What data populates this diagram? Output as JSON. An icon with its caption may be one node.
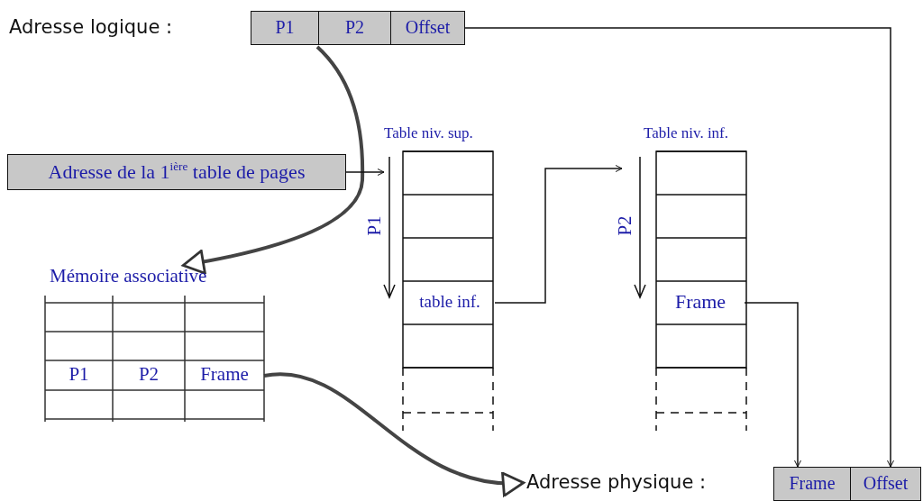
{
  "diagram": {
    "nodes": [
      {
        "text": [
          "Adresse logique :"
        ]
      },
      {
        "text": [
          "P1"
        ],
        "in": 0
      },
      {
        "text": [
          "P2"
        ],
        "in": 0
      },
      {
        "text": [
          "Offset"
        ],
        "in": 0
      },
      {
        "text": [
          "Adresse de la 1$^{ière}$ table de pages"
        ]
      },
      {
        "text": [
          "Table niv. sup."
        ],
        "beside": [
          "P1"
        ]
      },
      {
        "text": [
          "table inf."
        ],
        "in": 5
      },
      {
        "text": [
          "Table niv. inf."
        ],
        "beside": [
          "P2"
        ]
      },
      {
        "text": [
          "Frame"
        ],
        "in": 7
      },
      {
        "text": [
          "Mémoire associative"
        ]
      },
      {
        "text": [
          "P1"
        ],
        "in": 9
      },
      {
        "text": [
          "P2"
        ],
        "in": 9
      },
      {
        "text": [
          "Frame"
        ],
        "in": 9
      },
      {
        "text": [
          "Adresse physique :"
        ]
      },
      {
        "text": [
          "Frame"
        ],
        "in": 13
      },
      {
        "text": [
          "Offset"
        ],
        "in": 13
      }
    ],
    "edges": [
      {
        "from": 0,
        "to": 9,
        "arrow": "to",
        "style": "thick"
      },
      {
        "from": 4,
        "to": 5,
        "arrow": "to"
      },
      {
        "from": 6,
        "to": 7,
        "arrow": "to"
      },
      {
        "from": 8,
        "to": 14,
        "arrow": "to"
      },
      {
        "from": 3,
        "to": 15,
        "arrow": "to"
      },
      {
        "from": 12,
        "to": 13,
        "arrow": "to",
        "style": "thick"
      }
    ]
  }
}
